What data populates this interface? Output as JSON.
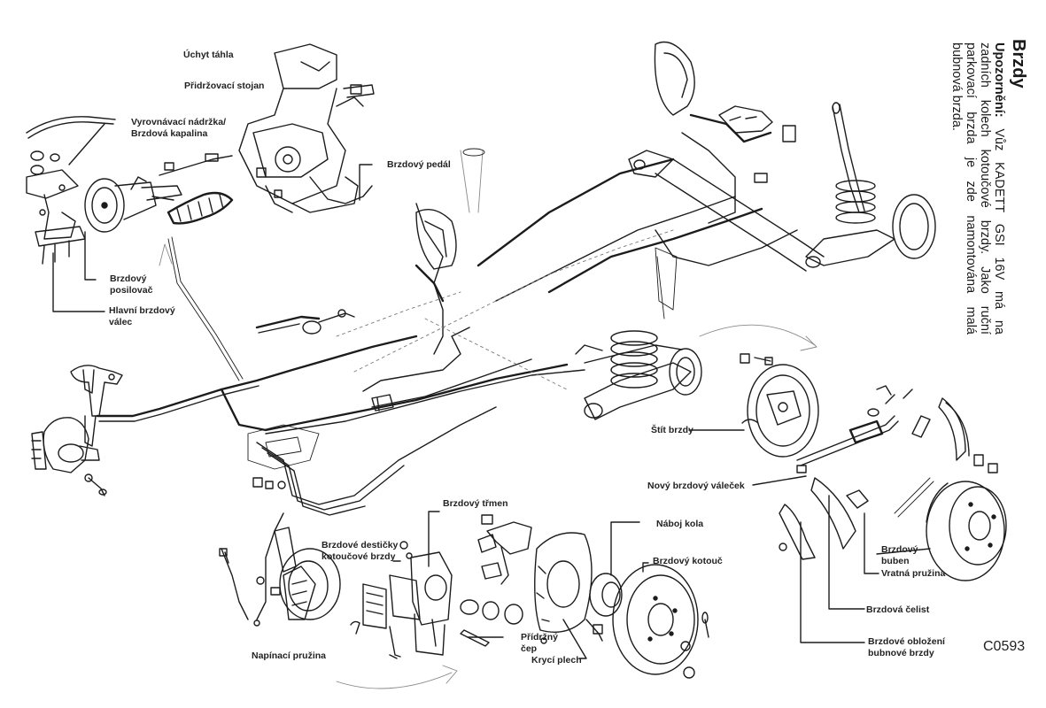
{
  "heading": "Brzdy",
  "note": {
    "lead": "Upozornění:",
    "body": "Vůz KADETT GSI 16V má na zadních kolech kotoučové brzdy. Jako ruční parkovací brzda je zde namontována malá bubnová brzda."
  },
  "figure_code": "C0593",
  "labels": {
    "uchyt_tahla": "Úchyt táhla",
    "pridrzovaci_stojan": "Přidržovací stojan",
    "nadrzka_1": "Vyrovnávací nádržka/",
    "nadrzka_2": "Brzdová kapalina",
    "pedal": "Brzdový pedál",
    "posilovac_1": "Brzdový",
    "posilovac_2": "posilovač",
    "valec_1": "Hlavní brzdový",
    "valec_2": "válec",
    "stit": "Štít brzdy",
    "novy_valecek": "Nový brzdový váleček",
    "trmen": "Brzdový třmen",
    "desticky_1": "Brzdové destičky",
    "desticky_2": "kotoučové brzdy",
    "naboj": "Náboj kola",
    "kotouc": "Brzdový kotouč",
    "buben_1": "Brzdový",
    "buben_2": "buben",
    "vratna": "Vratná pružina",
    "celist": "Brzdová čelist",
    "oblozeni_1": "Brzdové obložení",
    "oblozeni_2": "bubnové brzdy",
    "cep_1": "Přídržný",
    "cep_2": "čep",
    "kryci": "Krycí plech",
    "napinaci": "Napínací pružina"
  }
}
